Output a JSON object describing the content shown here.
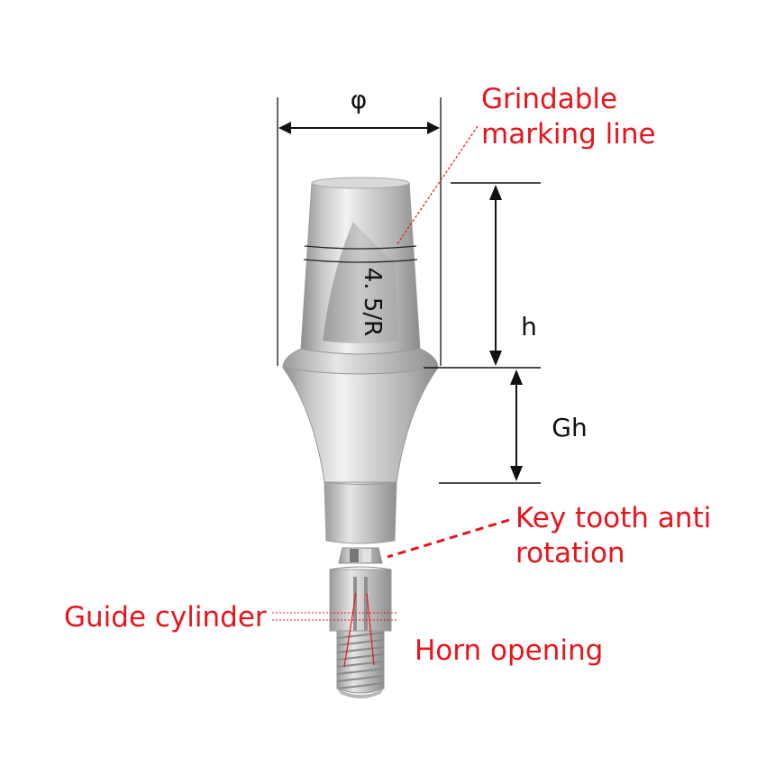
{
  "labels": {
    "diameter": "φ",
    "height": "h",
    "gingival_height": "Gh",
    "grindable_line": [
      "Grindable",
      "marking line"
    ],
    "key_tooth": [
      "Key tooth anti",
      "rotation"
    ],
    "guide_cylinder": "Guide cylinder",
    "horn_opening": "Horn opening",
    "engraving": "4. 5/R"
  },
  "colors": {
    "annotation": "#e8141b",
    "dimension": "#111111",
    "metal_dark": "#8e8e8e",
    "metal_light": "#f4f4f4"
  }
}
